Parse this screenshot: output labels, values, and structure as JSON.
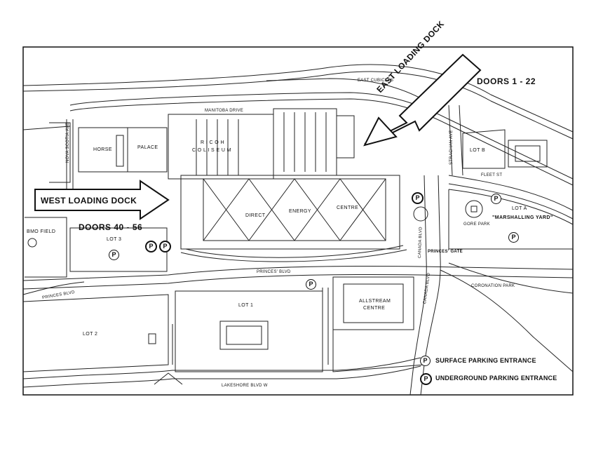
{
  "docks": {
    "east": "EAST LOADING DOCK",
    "west": "WEST LOADING DOCK"
  },
  "doors": {
    "east": "DOORS 1 - 22",
    "west": "DOORS 40 - 56"
  },
  "buildings": {
    "horse": "HORSE",
    "palace": "PALACE",
    "coliseum_line1": "R I C O H",
    "coliseum_line2": "C O L I S E U M",
    "direct": "DIRECT",
    "energy": "ENERGY",
    "centre": "CENTRE",
    "allstream_line1": "ALLSTREAM",
    "allstream_line2": "CENTRE"
  },
  "lots": {
    "lot1": "LOT 1",
    "lot2": "LOT 2",
    "lot3": "LOT 3",
    "lotA": "LOT A",
    "lotB": "LOT B",
    "marshalling": "\"MARSHALLING YARD\""
  },
  "streets": {
    "princes_blvd_main": "PRINCES' BLVD",
    "princes_blvd_west": "PRINCES BLVD",
    "canada_blvd": "CANADA BLVD",
    "canada_blvd_lower": "CANADA BLVD",
    "strachan_ave": "STRACHAN AVE",
    "nova_scotia_ave": "NOVA SCOTIA AVE",
    "east_cubicles": "EAST CUBICLES",
    "manitoba_drive": "MANITOBA DRIVE",
    "fleet_st": "FLEET ST",
    "princes_gate": "PRINCES' GATE",
    "lakeshore_blvd": "LAKESHORE BLVD W"
  },
  "places": {
    "bmo_field": "BMO FIELD",
    "gore_park": "GORE PARK",
    "coronation_park": "CORONATION PARK"
  },
  "legend": {
    "surface": "SURFACE PARKING ENTRANCE",
    "underground": "UNDERGROUND PARKING ENTRANCE",
    "symbol": "P"
  }
}
